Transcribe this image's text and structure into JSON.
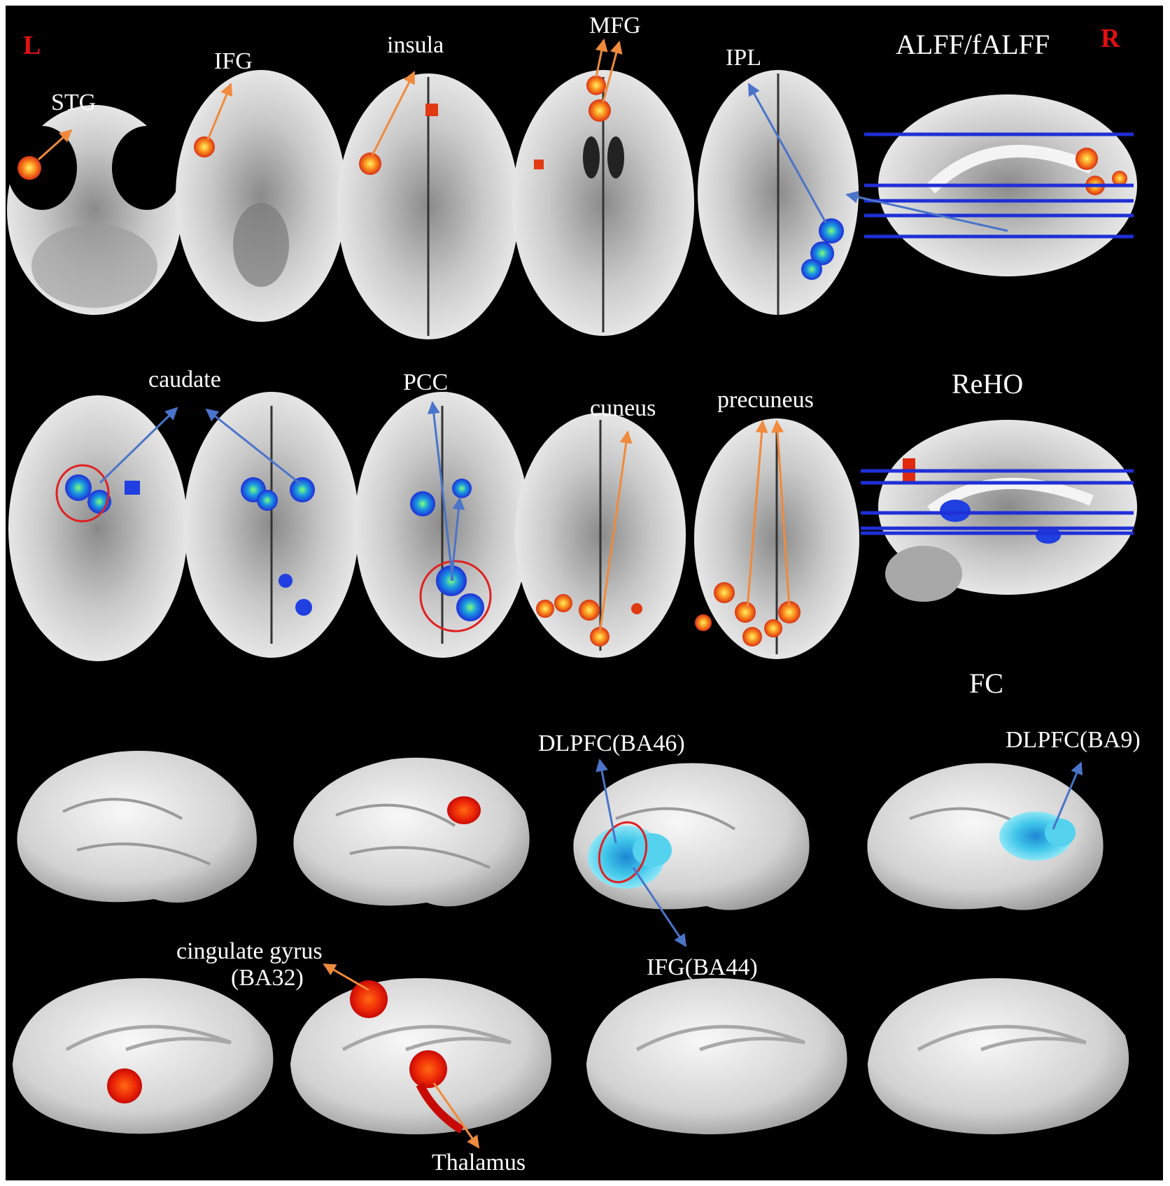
{
  "side_labels": {
    "left": "L",
    "right": "R"
  },
  "section_titles": {
    "alff": "ALFF/fALFF",
    "reho": "ReHO",
    "fc": "FC"
  },
  "row1_labels": {
    "stg": "STG",
    "ifg": "IFG",
    "insula": "insula",
    "mfg": "MFG",
    "ipl": "IPL"
  },
  "row2_labels": {
    "caudate": "caudate",
    "pcc": "PCC",
    "cuneus": "cuneus",
    "precuneus": "precuneus"
  },
  "surface_labels": {
    "dlpfc_ba46": "DLPFC(BA46)",
    "dlpfc_ba9": "DLPFC(BA9)",
    "ifg_ba44": "IFG(BA44)",
    "cingulate_line1": "cingulate gyrus",
    "cingulate_line2": "(BA32)",
    "thalamus": "Thalamus"
  },
  "colors": {
    "background": "#000000",
    "border": "#ffffff",
    "side_label": "#e01010",
    "orange_arrow": "#f08a3c",
    "blue_arrow": "#4a74c9",
    "slice_line": "#1f2fd6",
    "red_circle": "#e02020",
    "increase_blob": "#ff5a14",
    "decrease_blob": "#1f3fe0",
    "fc_blob": "#40c8e8",
    "surface_red": "#e8200a"
  }
}
